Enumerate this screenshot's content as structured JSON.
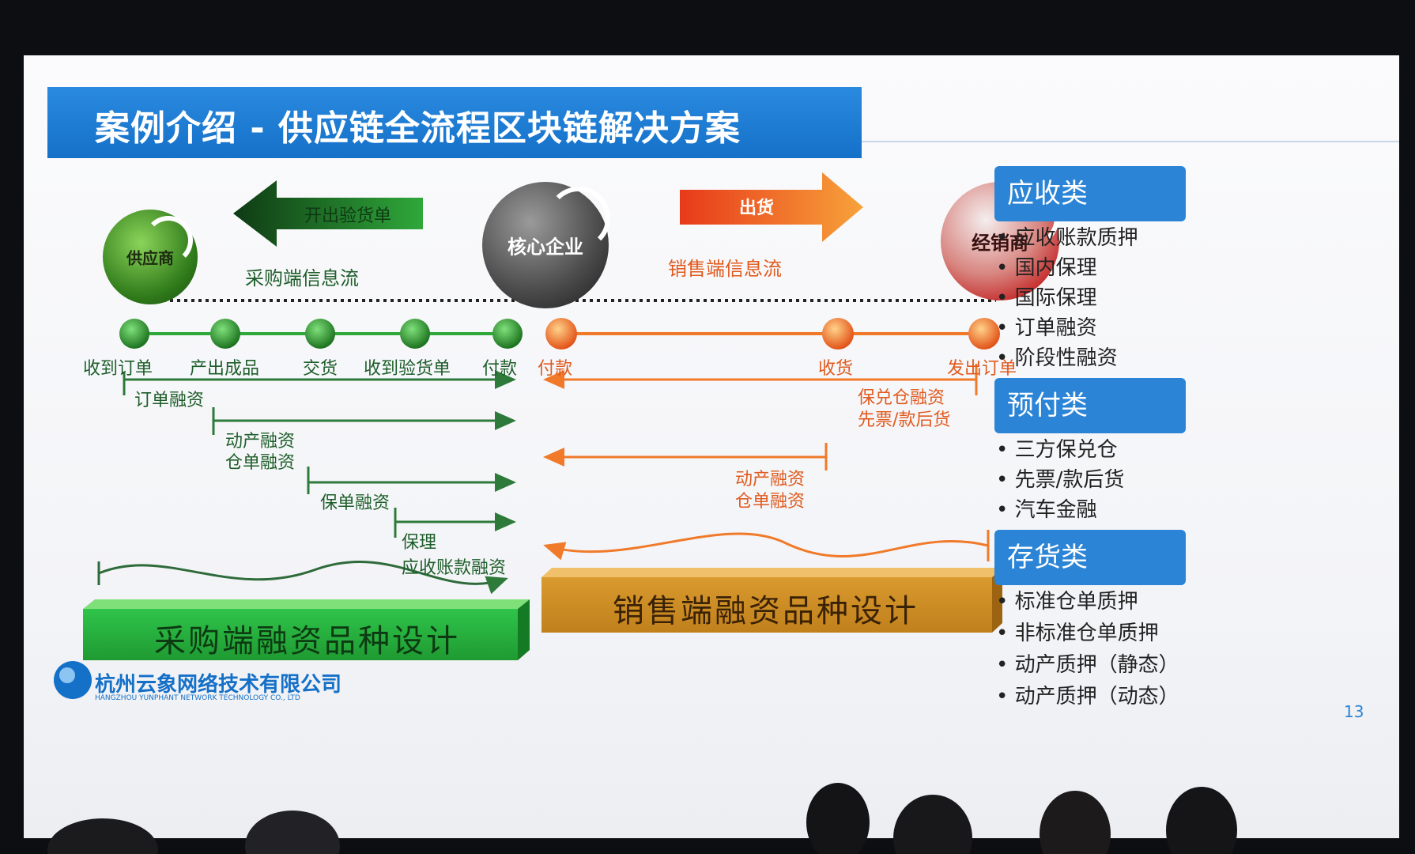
{
  "slide": {
    "title": "案例介绍 - 供应链全流程区块链解决方案",
    "page_number": "13",
    "company_cn": "杭州云象网络技术有限公司",
    "company_en": "HANGZHOU YUNPHANT NETWORK TECHNOLOGY CO., LTD"
  },
  "actors": {
    "supplier": "供应商",
    "core": "核心企业",
    "dealer": "经销商"
  },
  "flows": {
    "issue_receipt": "开出验货单",
    "ship": "出货",
    "purchase_info": "采购端信息流",
    "sales_info": "销售端信息流"
  },
  "timeline": {
    "purchase_nodes": [
      "收到订单",
      "产出成品",
      "交货",
      "收到验货单",
      "付款"
    ],
    "sales_nodes": [
      "付款",
      "收货",
      "发出订单"
    ]
  },
  "finance": {
    "order": "订单融资",
    "movable_1": "动产融资",
    "warehouse_1": "仓单融资",
    "insurance": "保单融资",
    "factoring": "保理",
    "receivable": "应收账款融资",
    "bonded": "保兑仓融资",
    "ticket_first": "先票/款后货",
    "movable_2": "动产融资",
    "warehouse_2": "仓单融资"
  },
  "blocks": {
    "purchase": "采购端融资品种设计",
    "sales": "销售端融资品种设计"
  },
  "categories": [
    {
      "title": "应收类",
      "items": [
        "应收账款质押",
        "国内保理",
        "国际保理",
        "订单融资",
        "阶段性融资"
      ]
    },
    {
      "title": "预付类",
      "items": [
        "三方保兑仓",
        "先票/款后货",
        "汽车金融"
      ]
    },
    {
      "title": "存货类",
      "items": [
        "标准仓单质押",
        "非标准仓单质押",
        "动产质押（静态）",
        "动产质押（动态）"
      ]
    }
  ],
  "colors": {
    "green": "#2e8b2e",
    "orange": "#f07a2a",
    "blue": "#2b84d6",
    "red": "#c01818"
  }
}
